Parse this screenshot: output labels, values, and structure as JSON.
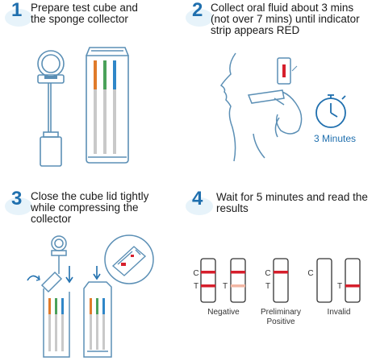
{
  "steps": [
    {
      "number": "1",
      "lines": [
        "Prepare test cube and",
        "the sponge collector"
      ]
    },
    {
      "number": "2",
      "lines": [
        "Collect oral fluid about 3 mins",
        "(not over 7 mins) until indicator",
        " strip appears RED"
      ]
    },
    {
      "number": "3",
      "lines": [
        "Close the cube lid tightly",
        "while compressing the",
        "collector"
      ]
    },
    {
      "number": "4",
      "lines": [
        "Wait for 5 minutes and read the",
        "results"
      ]
    }
  ],
  "timer_label": "3 Minutes",
  "results": {
    "line_c": "C",
    "line_t": "T",
    "negative": "Negative",
    "preliminary_positive": [
      "Preliminary",
      "Positive"
    ],
    "invalid": "Invalid"
  },
  "colors": {
    "accent_blue": "#1f6fae",
    "line_art": "#5b8fb5",
    "result_red": "#d61f2c",
    "faint_red": "#f2b7a4",
    "strip_orange": "#e07b2a",
    "strip_green": "#4aa15a",
    "strip_blue": "#2f86c8"
  },
  "icons": [
    "collector-icon",
    "test-cube-icon",
    "person-collecting-icon",
    "timer-icon",
    "compression-icon",
    "cassette-icon"
  ]
}
